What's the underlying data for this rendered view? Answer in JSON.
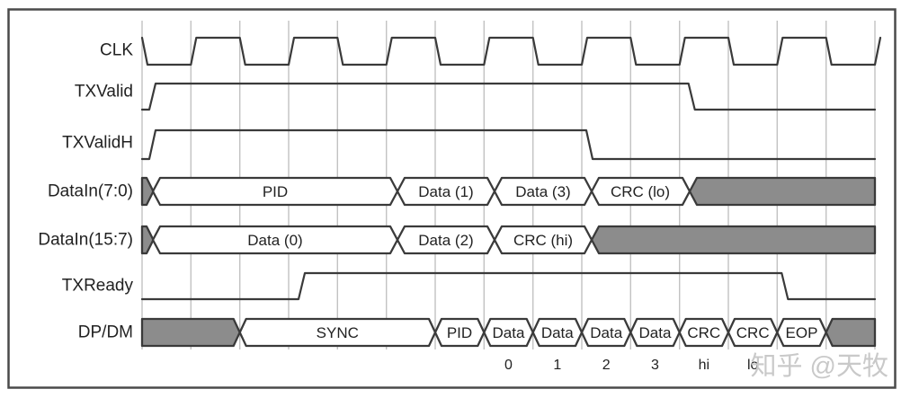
{
  "frame": {
    "background": "#ffffff",
    "border_color": "#4a4a4a"
  },
  "colors": {
    "waveform_line": "#3a3a3a",
    "grid_line": "#c2c2c2",
    "invalid_fill": "#8c8c8c",
    "valid_cell_fill": "#ffffff",
    "label_text": "#222222",
    "watermark_text": "#c9c9c9"
  },
  "watermark": {
    "text": "知乎 @天牧"
  },
  "signals": [
    {
      "label": "CLK",
      "type": "clock",
      "waveform": "free-running clock, 8 full pulses, edges on every gridline"
    },
    {
      "label": "TXValid",
      "type": "logic",
      "waveform": "low, rises at gridline 0, high, falls at gridline 11, low to end"
    },
    {
      "label": "TXValidH",
      "type": "logic",
      "waveform": "low, rises at gridline 0, high, falls at gridline 9, low to end"
    },
    {
      "label": "DataIn(7:0)",
      "type": "bus",
      "cells": [
        {
          "label": "",
          "state": "invalid"
        },
        {
          "label": "PID",
          "state": "valid"
        },
        {
          "label": "Data (1)",
          "state": "valid"
        },
        {
          "label": "Data (3)",
          "state": "valid"
        },
        {
          "label": "CRC (lo)",
          "state": "valid"
        },
        {
          "label": "",
          "state": "invalid"
        }
      ]
    },
    {
      "label": "DataIn(15:7)",
      "type": "bus",
      "cells": [
        {
          "label": "",
          "state": "invalid"
        },
        {
          "label": "Data (0)",
          "state": "valid"
        },
        {
          "label": "Data (2)",
          "state": "valid"
        },
        {
          "label": "CRC (hi)",
          "state": "valid"
        },
        {
          "label": "",
          "state": "invalid"
        }
      ]
    },
    {
      "label": "TXReady",
      "type": "logic",
      "waveform": "low, rises at gridline 3, high, falls at gridline 13, low to end"
    },
    {
      "label": "DP/DM",
      "type": "bus",
      "cells": [
        {
          "label": "",
          "state": "invalid"
        },
        {
          "label": "SYNC",
          "state": "valid"
        },
        {
          "label": "PID",
          "state": "valid"
        },
        {
          "label": "Data",
          "sub": "0",
          "state": "valid"
        },
        {
          "label": "Data",
          "sub": "1",
          "state": "valid"
        },
        {
          "label": "Data",
          "sub": "2",
          "state": "valid"
        },
        {
          "label": "Data",
          "sub": "3",
          "state": "valid"
        },
        {
          "label": "CRC",
          "sub": "hi",
          "state": "valid"
        },
        {
          "label": "CRC",
          "sub": "lo",
          "state": "valid"
        },
        {
          "label": "EOP",
          "state": "valid"
        },
        {
          "label": "",
          "state": "invalid"
        }
      ]
    }
  ]
}
